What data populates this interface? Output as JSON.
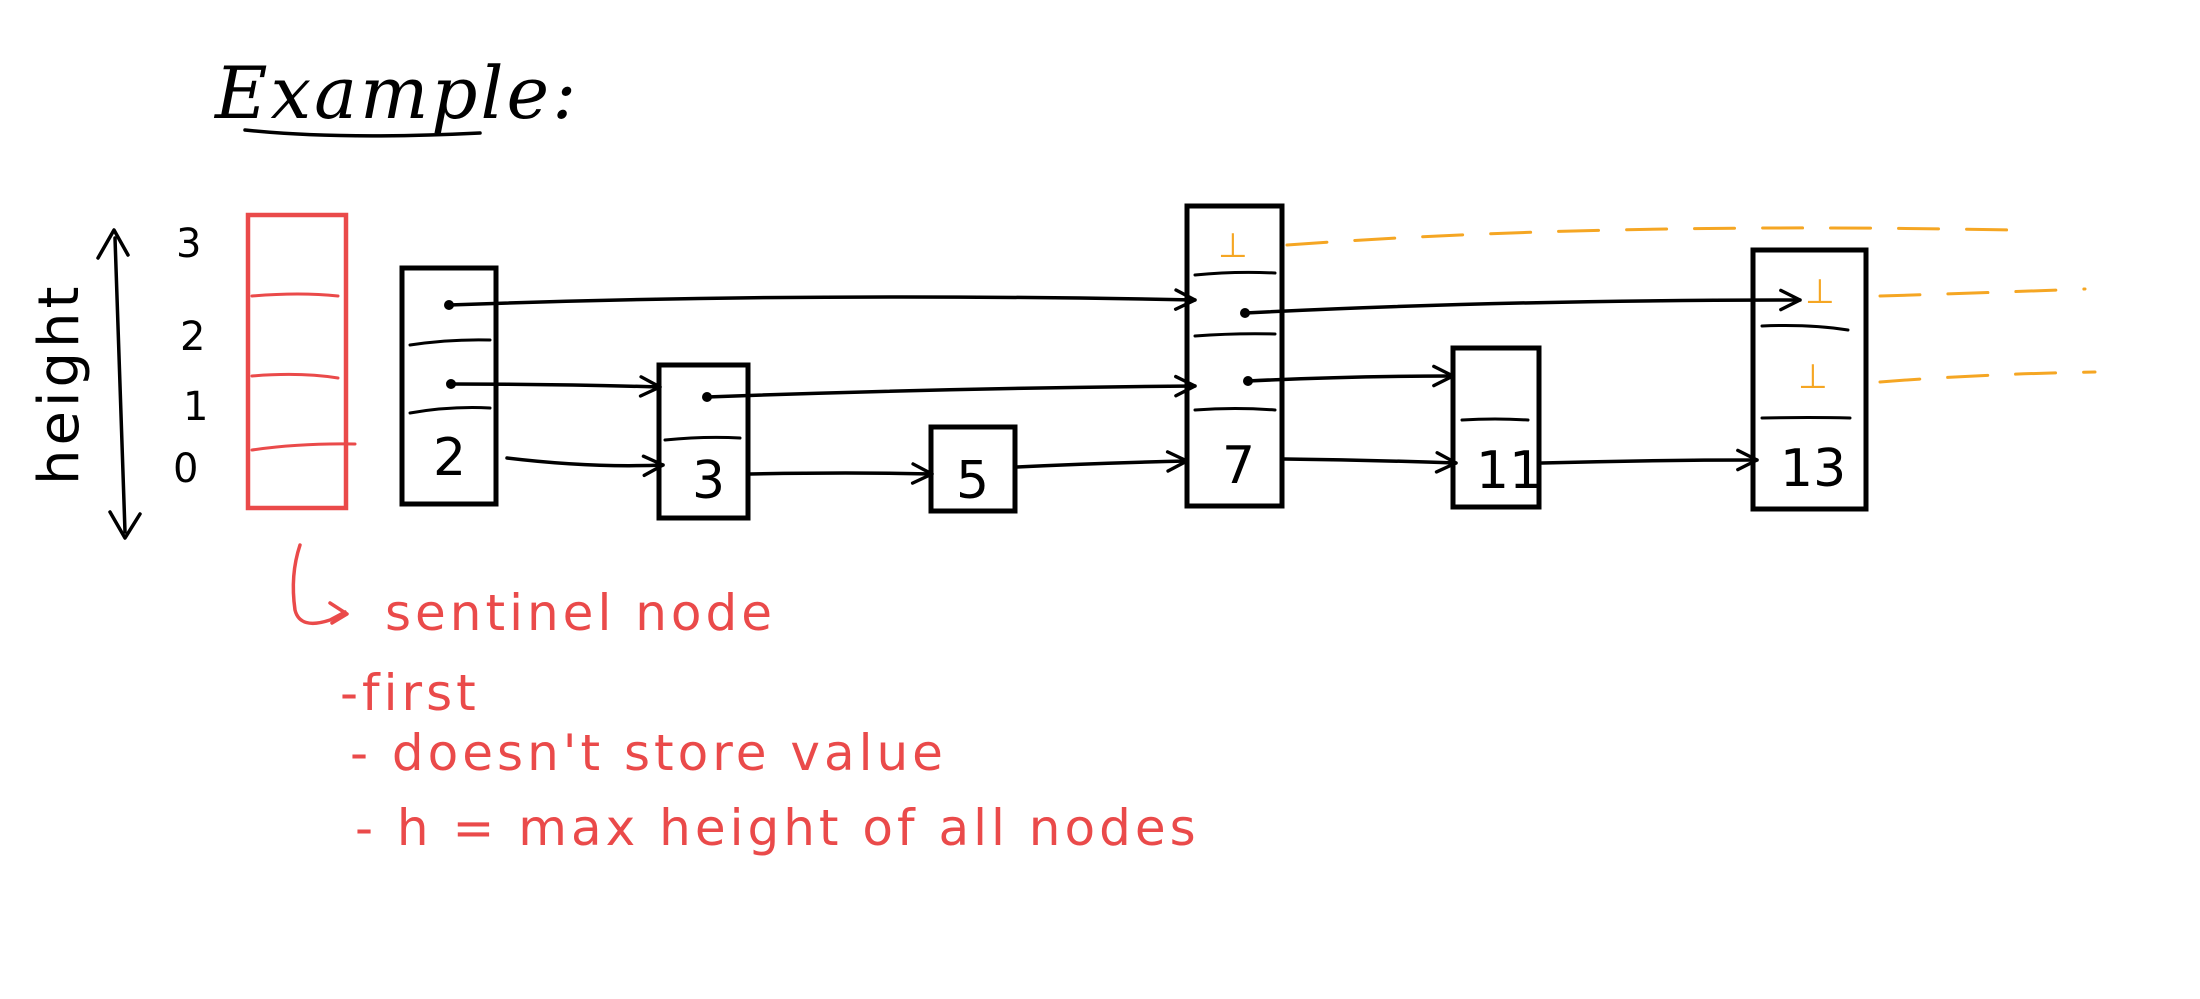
{
  "title": "Example:",
  "axis": {
    "label": "height",
    "levels": [
      "3",
      "2",
      "1",
      "0"
    ]
  },
  "nodes": [
    {
      "value": "2"
    },
    {
      "value": "3"
    },
    {
      "value": "5"
    },
    {
      "value": "7",
      "top_marker": "⊥"
    },
    {
      "value": "11"
    },
    {
      "value": "13",
      "markers": [
        "⊥",
        "⊥"
      ]
    }
  ],
  "sentinel": {
    "label": "sentinel node",
    "notes": [
      "-first",
      "- doesn't store value",
      "- h = max height of all nodes"
    ]
  },
  "colors": {
    "ink": "#000000",
    "sentinel": "#ea4a4a",
    "null_ptr": "#f5a623"
  }
}
